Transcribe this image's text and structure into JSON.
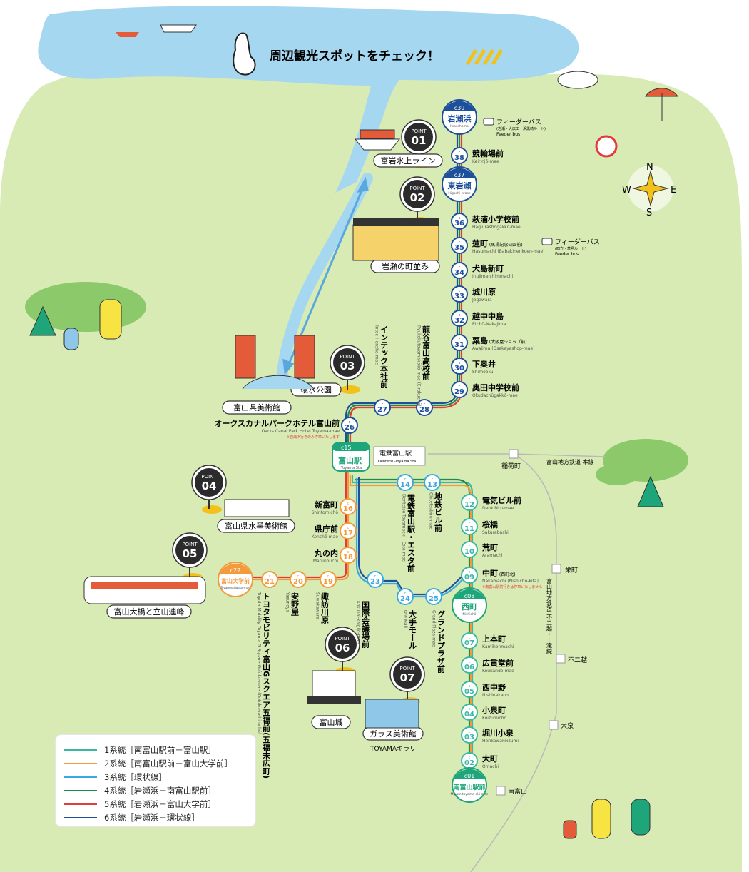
{
  "header": {
    "title": "周辺観光スポットをチェック！"
  },
  "points": [
    {
      "id": "point-01",
      "badge": "POINT",
      "num": "01",
      "label": "富岩水上ライン"
    },
    {
      "id": "point-02",
      "badge": "POINT",
      "num": "02",
      "label": "岩瀬の町並み"
    },
    {
      "id": "point-03",
      "badge": "POINT",
      "num": "03",
      "label": "環水公園"
    },
    {
      "id": "point-03b",
      "label": "富山県美術館"
    },
    {
      "id": "point-04",
      "badge": "POINT",
      "num": "04",
      "label": "富山県水墨美術館"
    },
    {
      "id": "point-05",
      "badge": "POINT",
      "num": "05",
      "label": "富山大橋と立山連峰"
    },
    {
      "id": "point-06",
      "badge": "POINT",
      "num": "06",
      "label": "富山城"
    },
    {
      "id": "point-07",
      "badge": "POINT",
      "num": "07",
      "label": "ガラス美術館",
      "sub": "TOYAMAキラリ"
    }
  ],
  "stations_main": [
    {
      "code": "39",
      "name": "岩瀬浜",
      "roman": "Iwasehama",
      "terminal": true
    },
    {
      "code": "38",
      "name": "競輪場前",
      "roman": "Keirinjō-mae"
    },
    {
      "code": "37",
      "name": "東岩瀬",
      "roman": "Higashi-Iwase",
      "terminal": true
    },
    {
      "code": "36",
      "name": "萩浦小学校前",
      "roman": "Hagiurashōgakkō-mae"
    },
    {
      "code": "35",
      "name": "蓮町",
      "note": "(馬場記念公園前)",
      "roman": "Hasumachi (Babakinenkoen-mae)"
    },
    {
      "code": "34",
      "name": "犬島新町",
      "roman": "Inujima-shimmachi"
    },
    {
      "code": "33",
      "name": "城川原",
      "roman": "Jōgawara"
    },
    {
      "code": "32",
      "name": "越中中島",
      "roman": "Etchū-Nakajima"
    },
    {
      "code": "31",
      "name": "粟島",
      "note": "(大阪屋ショップ前)",
      "roman": "Awajima (Osakayashop-mae)"
    },
    {
      "code": "30",
      "name": "下奥井",
      "roman": "Shimookui"
    },
    {
      "code": "29",
      "name": "奥田中学校前",
      "roman": "Okudachūgakkō-mae"
    }
  ],
  "stations_south": [
    {
      "code": "12",
      "name": "電気ビル前",
      "roman": "Denkibiru-mae"
    },
    {
      "code": "11",
      "name": "桜橋",
      "roman": "Sakurabashi"
    },
    {
      "code": "10",
      "name": "荒町",
      "roman": "Aramachi"
    },
    {
      "code": "09",
      "name": "中町",
      "note": "(西町北)",
      "roman": "Nakamachi (Nishichō-kita)",
      "warn": "※南富山駅前行きは停車いたしません"
    },
    {
      "code": "08",
      "name": "西町",
      "roman": "Nishichō",
      "terminal": true
    },
    {
      "code": "07",
      "name": "上本町",
      "roman": "Kamihonmachi"
    },
    {
      "code": "06",
      "name": "広貫堂前",
      "roman": "Koukandō-mae"
    },
    {
      "code": "05",
      "name": "西中野",
      "roman": "Nishinakano"
    },
    {
      "code": "04",
      "name": "小泉町",
      "roman": "Koizumichō"
    },
    {
      "code": "03",
      "name": "堀川小泉",
      "roman": "Horikawakoizumi"
    },
    {
      "code": "02",
      "name": "大町",
      "roman": "Omachi"
    },
    {
      "code": "01",
      "name": "南富山駅前",
      "roman": "Minamitoyama eki-mae",
      "terminal": true
    }
  ],
  "stations_west": [
    {
      "code": "16",
      "name": "新富町",
      "roman": "Shintomichō"
    },
    {
      "code": "17",
      "name": "県庁前",
      "roman": "Kenchō-mae"
    },
    {
      "code": "18",
      "name": "丸の内",
      "roman": "Marunouchi"
    },
    {
      "code": "19",
      "name": "諏訪川原",
      "roman": "Suwakawara"
    },
    {
      "code": "20",
      "name": "安野屋",
      "roman": "Yasunoya"
    },
    {
      "code": "21",
      "name": "トヨタモビリティ富山Gスクエア五福前(五福末広町)",
      "roman": "Toyota Mobility Toyama G Square Gofuku-mae (Gofukusuehirochō)"
    },
    {
      "code": "22",
      "name": "富山大学前",
      "roman": "Toyamadaigaku-mae",
      "terminal": true
    }
  ],
  "stations_loop": [
    {
      "code": "13",
      "name": "地鉄ビル前",
      "roman": "Chitetsubiru-mae"
    },
    {
      "code": "14",
      "name": "電鉄富山駅・エスタ前",
      "roman": "Dentetsu-Toyamaeki · Esta-mae"
    },
    {
      "code": "23",
      "name": "国際会議場前",
      "roman": "Kokusai-kaigijo-mae"
    },
    {
      "code": "24",
      "name": "大手モール",
      "roman": "Ote Mall"
    },
    {
      "code": "25",
      "name": "グランドプラザ前",
      "roman": "Grand Plaza-mae"
    }
  ],
  "stations_north": [
    {
      "code": "26",
      "name": "オークスカナルパークホテル富山前",
      "roman": "Oarks Canal Park Hotel Toyama-mae",
      "warn": "※岩瀬浜行きのみ停車いたします"
    },
    {
      "code": "27",
      "name": "インテック本社前",
      "roman": "Intec-Honsha-mae"
    },
    {
      "code": "28",
      "name": "龍谷富山高校前",
      "note": "(永楽町)",
      "roman": "Ryukokutoyamakōkō-mae (Eirakuchō)"
    }
  ],
  "hub": {
    "code": "15",
    "name": "富山駅",
    "roman": "Toyama Sta."
  },
  "dentetsu": {
    "name": "電鉄富山駅",
    "roman": "Dentetsu-Toyama Sta."
  },
  "feeder": [
    {
      "label": "フィーダーバス",
      "route": "(岩瀬・大広田・浜黒崎ルート)",
      "en": "Feeder bus"
    },
    {
      "label": "フィーダーバス",
      "route": "(四方・草島ルート)",
      "en": "Feeder bus"
    }
  ],
  "chitetsu": {
    "line_label": "富山地方鉄道 本線",
    "branch_label": "富山地方鉄道 不二越・上滝線",
    "stations": [
      "稲荷町",
      "栄町",
      "不二越",
      "大泉",
      "南富山"
    ]
  },
  "compass": {
    "n": "N",
    "e": "E",
    "s": "S",
    "w": "W"
  },
  "legend": [
    {
      "label": "1系統［南富山駅前－富山駅］",
      "color": "#3bb7a5"
    },
    {
      "label": "2系統［南富山駅前－富山大学前］",
      "color": "#f39a3a"
    },
    {
      "label": "3系統［環状線］",
      "color": "#3aa9dd"
    },
    {
      "label": "4系統［岩瀬浜－南富山駅前］",
      "color": "#1e8a4a"
    },
    {
      "label": "5系統［岩瀬浜－富山大学前］",
      "color": "#e23b3b"
    },
    {
      "label": "6系統［岩瀬浜－環状線］",
      "color": "#1e4f9a"
    }
  ],
  "colors": {
    "land": "#d8ebb4",
    "water": "#a6d7f0",
    "dark_pin": "#2b2b2b",
    "pin_yellow": "#f2c21b",
    "green_line": "#1e8a4a",
    "blue_line": "#1e4f9a",
    "orange_line": "#f39a3a",
    "terminal_green": "#1fa57a"
  }
}
